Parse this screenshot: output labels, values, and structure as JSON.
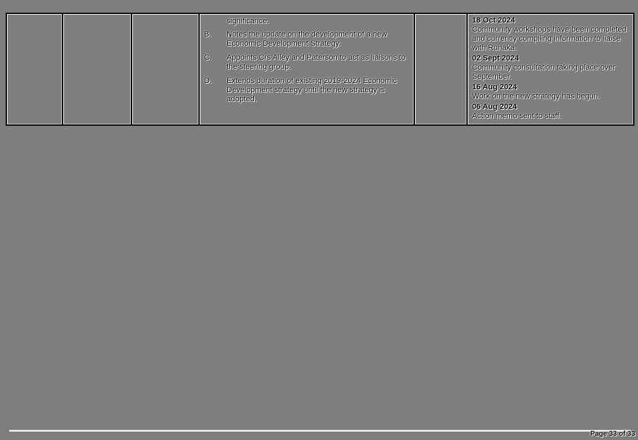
{
  "page": {
    "background_color": "#7e7e7e",
    "footer": {
      "page_label": "Page 33 of 33"
    }
  },
  "table": {
    "border_color": "#0e0e0e",
    "resolution": {
      "intro": "significance.",
      "items": [
        {
          "letter": "B.",
          "text": "Notes the update on the development of a new Economic Development Strategy."
        },
        {
          "letter": "C.",
          "text": "Appoints Crs Alley and Paterson to act as liaisons to the steering group."
        },
        {
          "letter": "D.",
          "text": "Extends duration of existing 2019-2024 Economic Development strategy until the new strategy is adopted."
        }
      ]
    },
    "status_updates": [
      {
        "date": "18 Oct 2024",
        "text": "Community workshops have been completed and currently compiling information to liaise with Runaka."
      },
      {
        "date": "02 Sept 2024",
        "text": "Community consultation taking place over September."
      },
      {
        "date": "16 Aug 2024",
        "text": "Work on the new strategy has begun."
      },
      {
        "date": "06 Aug 2024",
        "text": "Action memo sent to staff."
      }
    ]
  }
}
